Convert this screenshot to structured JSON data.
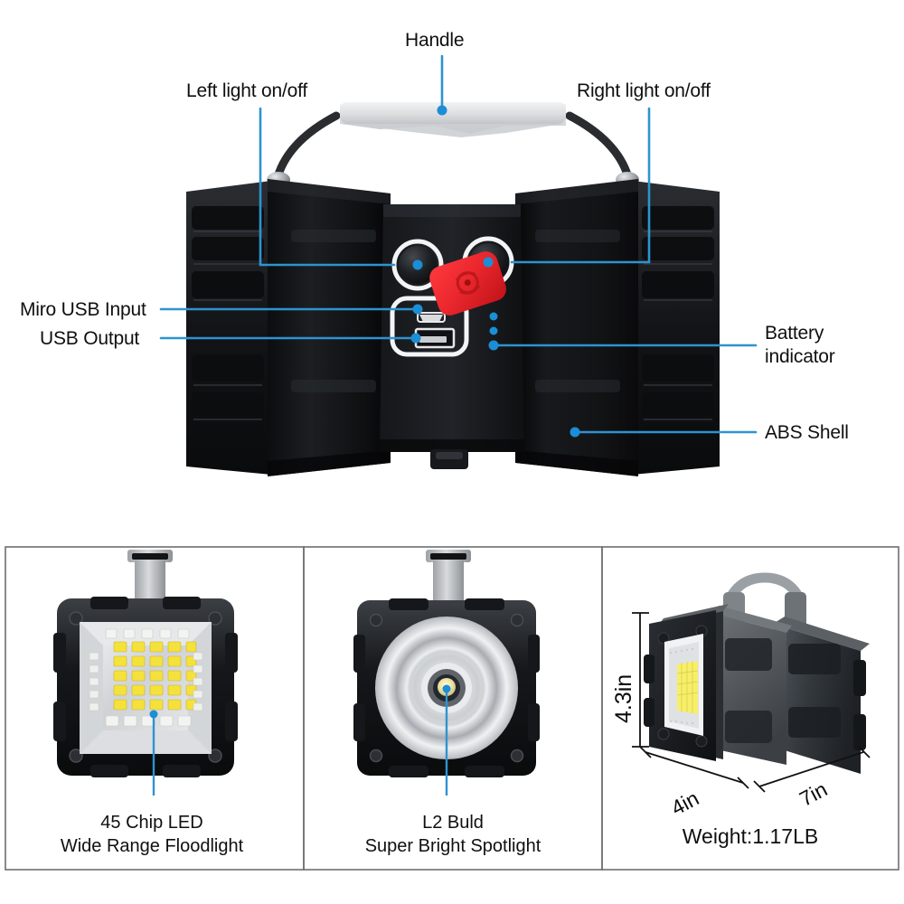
{
  "accent": {
    "leader_blue": "#2e93d1",
    "dot_blue": "#1b8ed6",
    "tag_red": "#e8262c",
    "shell_black": "#111214",
    "panel_border": "#6e6e6e",
    "led_yellow": "#f5e13c"
  },
  "main_diagram": {
    "name": "rechargeable-led-work-light-front-view",
    "callouts": [
      {
        "id": "handle",
        "label": "Handle",
        "align": "center"
      },
      {
        "id": "left-light",
        "label": "Left light on/off",
        "align": "left"
      },
      {
        "id": "right-light",
        "label": "Right light on/off",
        "align": "left"
      },
      {
        "id": "micro-usb-input",
        "label": "Miro USB Input",
        "align": "right"
      },
      {
        "id": "usb-output",
        "label": "USB Output",
        "align": "right"
      },
      {
        "id": "battery-indicator",
        "label": "Battery indicator",
        "align": "left",
        "line1": "Battery",
        "line2": "indicator"
      },
      {
        "id": "abs-shell",
        "label": "ABS Shell",
        "align": "left"
      }
    ]
  },
  "panels": [
    {
      "id": "floodlight",
      "image_name": "floodlight-front-view",
      "caption_line1": "45 Chip LED",
      "caption_line2": "Wide Range Floodlight"
    },
    {
      "id": "spotlight",
      "image_name": "spotlight-front-view",
      "caption_line1": "L2 Buld",
      "caption_line2": "Super Bright Spotlight"
    },
    {
      "id": "dimensions",
      "image_name": "product-three-quarter-view",
      "dimensions": {
        "height": "4.3in",
        "depth": "4in",
        "width": "7in"
      },
      "weight": "Weight:1.17LB"
    }
  ]
}
